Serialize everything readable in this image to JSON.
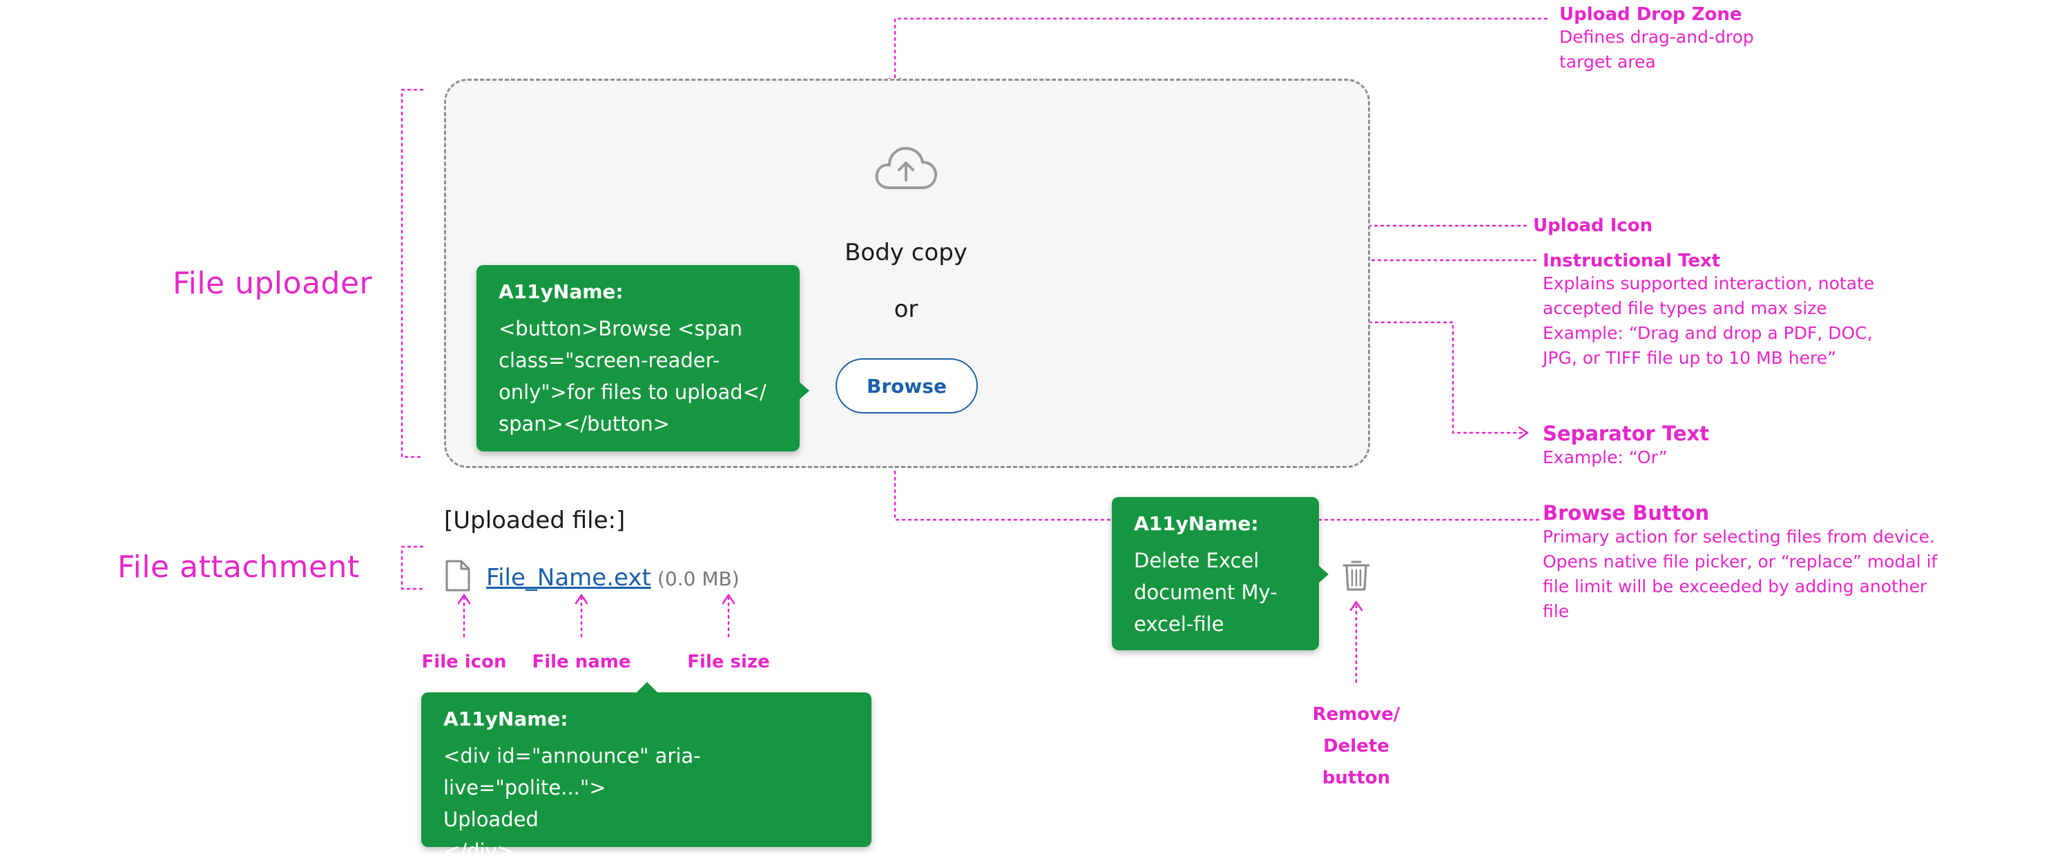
{
  "sections": {
    "uploader_label": "File uploader",
    "attachment_label": "File attachment"
  },
  "dropzone": {
    "instruction": "Body copy",
    "separator": "or",
    "browse_label": "Browse"
  },
  "tooltips": {
    "browse": {
      "title": "A11yName:",
      "lines": [
        "<button>Browse <span",
        "class=\"screen-reader-",
        "only\">for files to upload</",
        "span></button>"
      ]
    },
    "delete": {
      "title": "A11yName:",
      "lines": [
        "Delete Excel",
        "document My-",
        "excel-file"
      ]
    },
    "announce": {
      "title": "A11yName:",
      "lines": [
        "<div id=\"announce\" aria-live=\"polite...\">",
        "Uploaded",
        "</div>"
      ]
    }
  },
  "attachment": {
    "heading": "[Uploaded file:]",
    "file_name": "File_Name.ext",
    "file_size": "(0.0 MB)",
    "icons": {
      "file": "file-icon",
      "delete": "trash-icon",
      "upload": "cloud-upload-icon"
    }
  },
  "callouts": {
    "file_icon": "File icon",
    "file_name": "File name",
    "file_size": "File size",
    "remove_lines": [
      "Remove/",
      "Delete",
      "button"
    ]
  },
  "annotations": {
    "drop_zone": {
      "title": "Upload Drop Zone",
      "lines": [
        "Defines drag-and-drop",
        "target area"
      ]
    },
    "upload_icon": {
      "title": "Upload Icon"
    },
    "instructional": {
      "title": "Instructional Text",
      "lines": [
        "Explains supported interaction, notate",
        "accepted file types and max size",
        "Example: “Drag and drop a PDF, DOC,",
        "JPG, or TIFF file up to 10 MB here”"
      ]
    },
    "separator": {
      "title": "Separator Text",
      "lines": [
        "Example: “Or”"
      ]
    },
    "browse": {
      "title": "Browse Button",
      "lines": [
        "Primary action for selecting files from device.",
        "Opens native file picker, or “replace” modal if",
        "file limit will be exceeded by adding another",
        "file"
      ]
    }
  },
  "colors": {
    "annotation": "#e626c9",
    "tooltip_bg": "#169640",
    "link": "#1a5fa8"
  }
}
